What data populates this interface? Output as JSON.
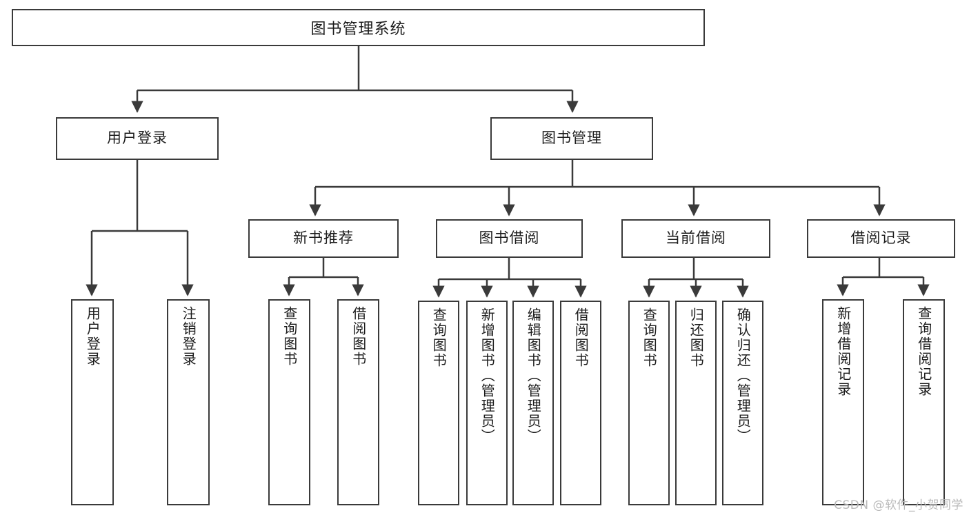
{
  "diagram": {
    "title": "图书管理系统",
    "type": "tree-hierarchy",
    "watermark": "CSDN @软件_小贺同学",
    "colors": {
      "stroke": "#3a3a3a",
      "text": "#1c1c1c",
      "background": "#ffffff",
      "watermark": "#b9b9b9"
    },
    "nodes": {
      "root": {
        "label": "图书管理系统"
      },
      "level2": [
        {
          "label": "用户登录"
        },
        {
          "label": "图书管理"
        }
      ],
      "level3": [
        {
          "label": "新书推荐"
        },
        {
          "label": "图书借阅"
        },
        {
          "label": "当前借阅"
        },
        {
          "label": "借阅记录"
        }
      ],
      "leaves": {
        "user_login": [
          {
            "label": "用户登录"
          },
          {
            "label": "注销登录"
          }
        ],
        "new_book": [
          {
            "label": "查询图书"
          },
          {
            "label": "借阅图书"
          }
        ],
        "book_borrow": [
          {
            "label": "查询图书"
          },
          {
            "label": "新增图书（管理员）"
          },
          {
            "label": "编辑图书（管理员）"
          },
          {
            "label": "借阅图书"
          }
        ],
        "current_borrow": [
          {
            "label": "查询图书"
          },
          {
            "label": "归还图书"
          },
          {
            "label": "确认归还（管理员）"
          }
        ],
        "borrow_record": [
          {
            "label": "新增借阅记录"
          },
          {
            "label": "查询借阅记录"
          }
        ]
      }
    }
  }
}
